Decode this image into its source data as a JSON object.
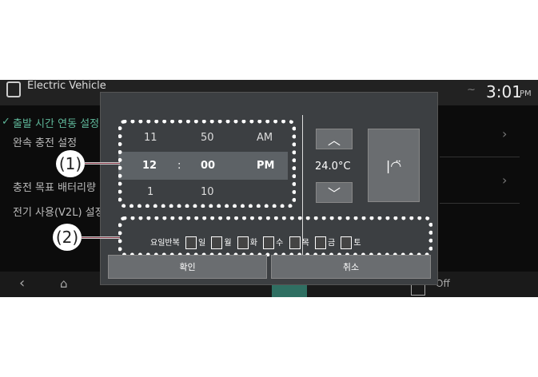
{
  "header": {
    "title": "Electric Vehicle",
    "time": "3:01",
    "ampm": "PM"
  },
  "list": [
    {
      "label": "출발 시간 연동 설정",
      "active": true
    },
    {
      "label": "완속 충전 설정"
    },
    {
      "label": "충전 목표 배터리량"
    },
    {
      "label": "전기 사용(V2L) 설정"
    }
  ],
  "dialog": {
    "time_rows": [
      {
        "hour": "11",
        "minute": "50",
        "period": "AM"
      },
      {
        "hour": "12",
        "sep": ":",
        "minute": "00",
        "period": "PM"
      },
      {
        "hour": "1",
        "minute": "10",
        "period": ""
      }
    ],
    "temperature": "24.0°C",
    "repeat_label": "요일반복",
    "days": [
      "일",
      "월",
      "화",
      "수",
      "목",
      "금",
      "토"
    ],
    "confirm": "확인",
    "cancel": "취소"
  },
  "nav": {
    "off": "Off"
  },
  "callouts": [
    "(1)",
    "(2)"
  ],
  "colors": {
    "accent": "#5fb89a",
    "selected_row": "#5d6266"
  }
}
